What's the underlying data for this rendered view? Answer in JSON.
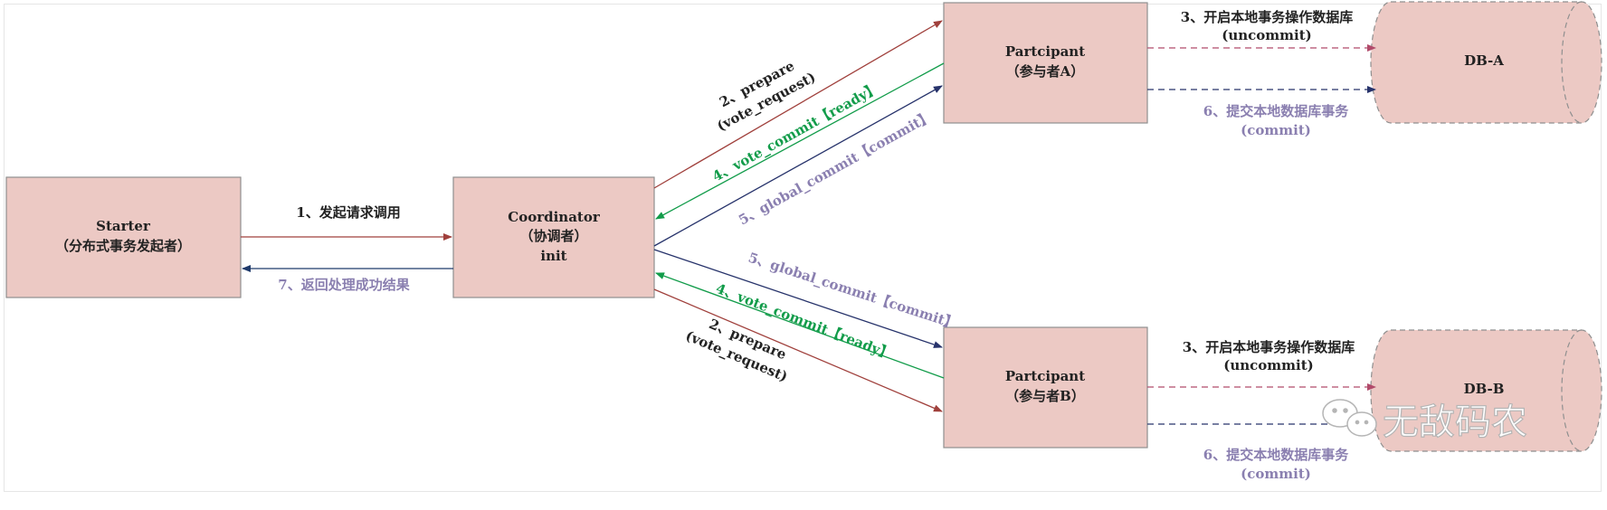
{
  "colors": {
    "box_fill": "#ecc9c4",
    "box_stroke": "#8f8f8f",
    "request": "#a0403c",
    "vote": "#129c4a",
    "global": "#27336b",
    "return": "#1f3a6b",
    "db_arrow": "#b14a6a",
    "commit_text": "#8a7fb0",
    "text": "#222222"
  },
  "nodes": {
    "starter": {
      "line1": "Starter",
      "line2": "（分布式事务发起者）"
    },
    "coordinator": {
      "line1": "Coordinator",
      "line2": "（协调者）",
      "line3": "init"
    },
    "participant_a": {
      "line1": "Partcipant",
      "line2": "（参与者A）"
    },
    "participant_b": {
      "line1": "Partcipant",
      "line2": "（参与者B）"
    },
    "db_a": {
      "label": "DB-A"
    },
    "db_b": {
      "label": "DB-B"
    }
  },
  "edges": {
    "request": "1、发起请求调用",
    "return": "7、返回处理成功结果",
    "prepare_a_1": "2、prepare",
    "prepare_a_2": "(vote_request)",
    "vote_a": "4、vote_commit【ready】",
    "global_a": "5、global_commit【commit】",
    "global_b": "5、global_commit【commit】",
    "vote_b": "4、vote_commit【ready】",
    "prepare_b_1": "2、prepare",
    "prepare_b_2": "(vote_request)",
    "db_a_op_1": "3、开启本地事务操作数据库",
    "db_a_op_2": "(uncommit)",
    "db_a_commit_1": "6、提交本地数据库事务",
    "db_a_commit_2": "(commit)",
    "db_b_op_1": "3、开启本地事务操作数据库",
    "db_b_op_2": "(uncommit)",
    "db_b_commit_1": "6、提交本地数据库事务",
    "db_b_commit_2": "(commit)"
  },
  "watermark": {
    "text": "无敌码农"
  }
}
